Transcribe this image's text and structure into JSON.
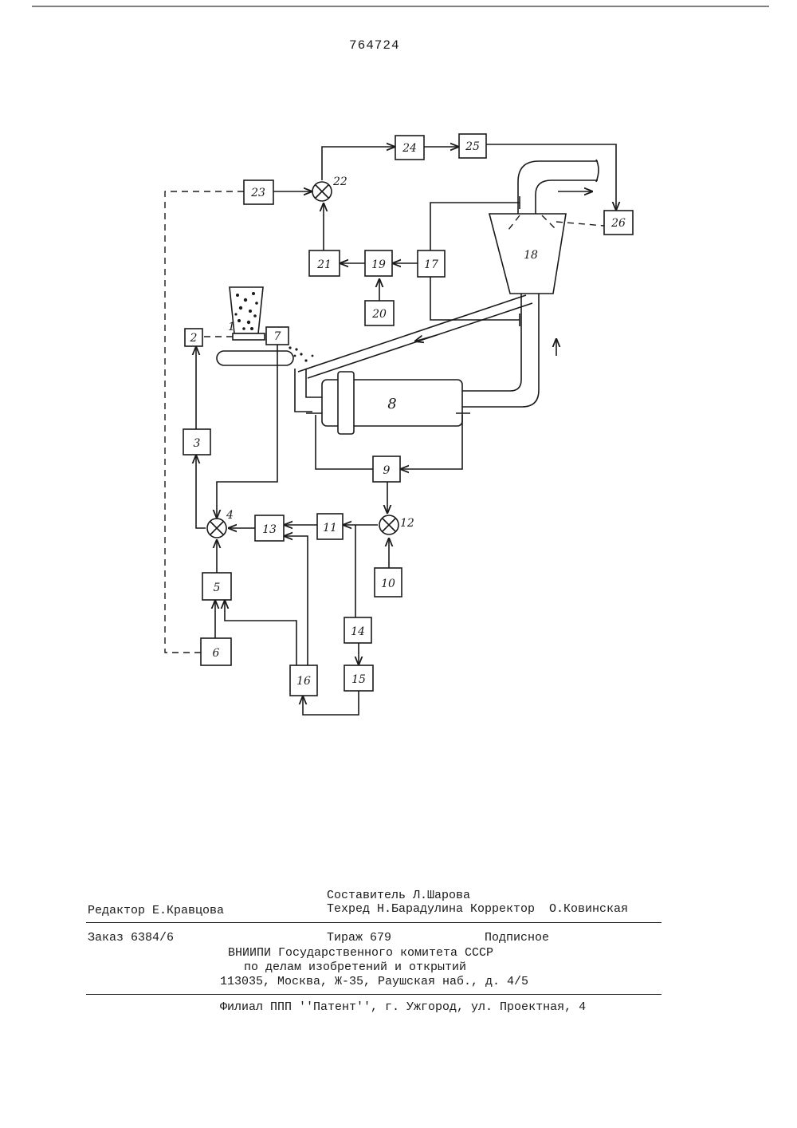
{
  "patent_number": "764724",
  "diagram": {
    "labels": {
      "b1": "1",
      "b2": "2",
      "b3": "3",
      "j4": "4",
      "b5": "5",
      "b6": "6",
      "b7": "7",
      "b8": "8",
      "b9": "9",
      "b10": "10",
      "b11": "11",
      "j12": "12",
      "b13": "13",
      "b14": "14",
      "b15": "15",
      "b16": "16",
      "b17": "17",
      "b18": "18",
      "b19": "19",
      "b20": "20",
      "b21": "21",
      "j22": "22",
      "b23": "23",
      "b24": "24",
      "b25": "25",
      "b26": "26"
    }
  },
  "footer": {
    "composer": "Составитель Л.Шарова",
    "editor": "Редактор Е.Кравцова",
    "techred_corrector": "Техред Н.Барадулина Корректор  О.Ковинская",
    "order": "Заказ 6384/6",
    "circulation": "Тираж 679",
    "subscription": "Подписное",
    "org_line1": "ВНИИПИ Государственного комитета СССР",
    "org_line2": "по делам изобретений и открытий",
    "address": "113035, Москва, Ж-35, Раушская наб., д. 4/5",
    "branch": "Филиал ППП ''Патент'', г. Ужгород, ул. Проектная, 4"
  }
}
